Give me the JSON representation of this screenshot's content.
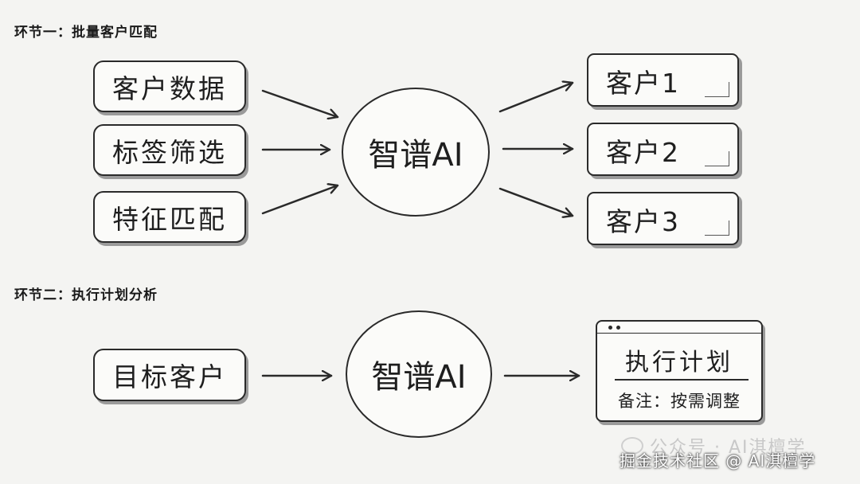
{
  "section1": {
    "title": "环节一：批量客户匹配",
    "inputs": [
      "客户数据",
      "标签筛选",
      "特征匹配"
    ],
    "hub": "智谱AI",
    "outputs": [
      "客户1",
      "客户2",
      "客户3"
    ]
  },
  "section2": {
    "title": "环节二：执行计划分析",
    "input": "目标客户",
    "hub": "智谱AI",
    "plan_title": "执行计划",
    "plan_note": "备注：按需调整"
  },
  "watermark": {
    "text": "公众号 · AI淇檀学"
  },
  "footer": {
    "text": "掘金技术社区 @ AI淇檀学"
  }
}
